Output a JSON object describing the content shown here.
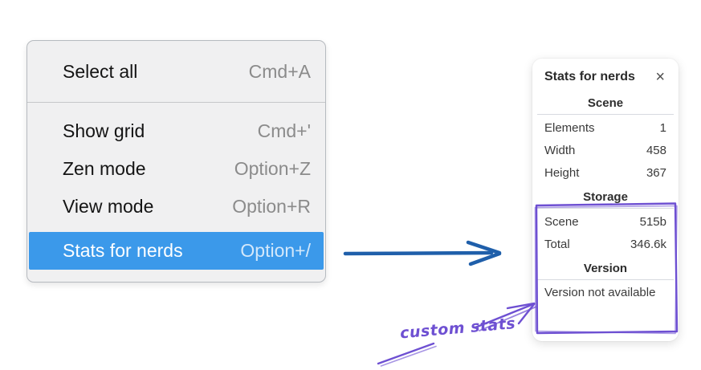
{
  "menu": {
    "items": [
      {
        "label": "Select all",
        "shortcut": "Cmd+A",
        "highlighted": false
      },
      {
        "label": "Show grid",
        "shortcut": "Cmd+'",
        "highlighted": false
      },
      {
        "label": "Zen mode",
        "shortcut": "Option+Z",
        "highlighted": false
      },
      {
        "label": "View mode",
        "shortcut": "Option+R",
        "highlighted": false
      },
      {
        "label": "Stats for nerds",
        "shortcut": "Option+/",
        "highlighted": true
      }
    ],
    "colors": {
      "background": "#f0f0f1",
      "border": "#b6babf",
      "highlight_background": "#3b99ea",
      "label": "#141414",
      "shortcut": "#8b8b8b"
    }
  },
  "stats_panel": {
    "title": "Stats for nerds",
    "close_icon": "×",
    "scene": {
      "header": "Scene",
      "rows": [
        {
          "label": "Elements",
          "value": "1"
        },
        {
          "label": "Width",
          "value": "458"
        },
        {
          "label": "Height",
          "value": "367"
        }
      ]
    },
    "storage": {
      "header": "Storage",
      "rows": [
        {
          "label": "Scene",
          "value": "515b"
        },
        {
          "label": "Total",
          "value": "346.6k"
        }
      ]
    },
    "version": {
      "header": "Version",
      "note": "Version not available"
    }
  },
  "annotation": {
    "label": "custom stats",
    "color": "#6e50d2"
  },
  "arrow": {
    "color": "#1f5faa"
  }
}
